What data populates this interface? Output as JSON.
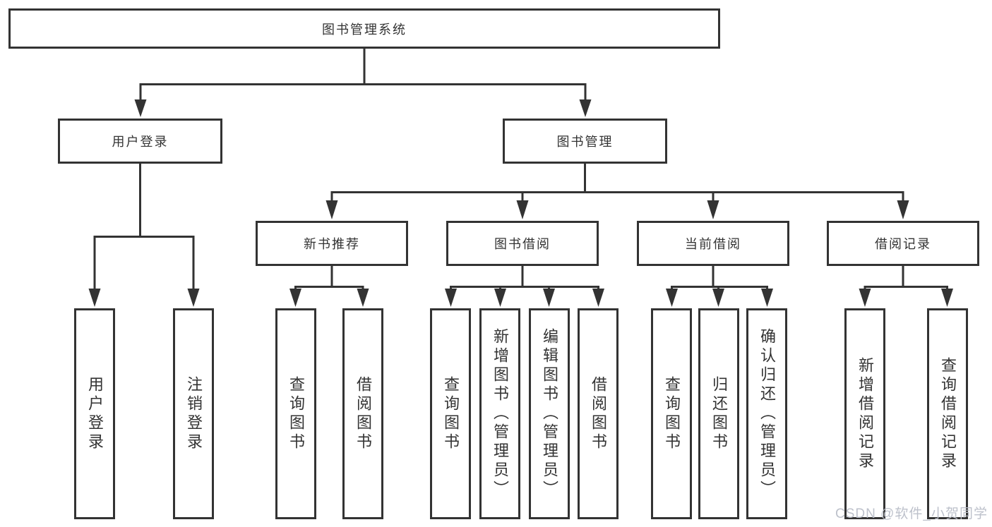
{
  "diagram": {
    "watermark": "CSDN @软件_小贺同学",
    "colors": {
      "line": "#333333",
      "text": "#333333",
      "background": "#ffffff",
      "watermark": "#b9bec8"
    },
    "tree": {
      "label": "图书管理系统",
      "children": [
        {
          "label": "用户登录",
          "children": [
            {
              "label": "用户登录"
            },
            {
              "label": "注销登录"
            }
          ]
        },
        {
          "label": "图书管理",
          "children": [
            {
              "label": "新书推荐",
              "children": [
                {
                  "label": "查询图书"
                },
                {
                  "label": "借阅图书"
                }
              ]
            },
            {
              "label": "图书借阅",
              "children": [
                {
                  "label": "查询图书"
                },
                {
                  "label": "新增图书（管理员）"
                },
                {
                  "label": "编辑图书（管理员）"
                },
                {
                  "label": "借阅图书"
                }
              ]
            },
            {
              "label": "当前借阅",
              "children": [
                {
                  "label": "查询图书"
                },
                {
                  "label": "归还图书"
                },
                {
                  "label": "确认归还（管理员）"
                }
              ]
            },
            {
              "label": "借阅记录",
              "children": [
                {
                  "label": "新增借阅记录"
                },
                {
                  "label": "查询借阅记录"
                }
              ]
            }
          ]
        }
      ]
    }
  }
}
